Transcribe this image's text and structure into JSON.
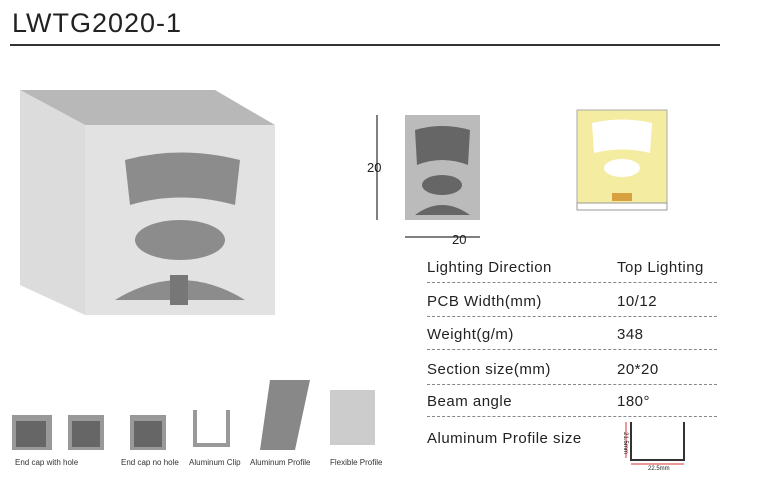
{
  "title": "LWTG2020-1",
  "dimensions": {
    "height": "20",
    "width": "20"
  },
  "specs": [
    {
      "label": "Lighting  Direction",
      "value": "Top Lighting"
    },
    {
      "label": "PCB  Width(mm)",
      "value": "10/12"
    },
    {
      "label": "Weight(g/m)",
      "value": "348"
    },
    {
      "label": "Section size(mm)",
      "value": "20*20"
    },
    {
      "label": "Beam angle",
      "value": "180°"
    }
  ],
  "profile": {
    "label": "Aluminum Profile size",
    "height": "21.5mm",
    "width": "22.5mm"
  },
  "accessories": [
    "End cap with hole",
    "End cap no hole",
    "Aluminum Clip",
    "Aluminum Profile",
    "Flexible Profile"
  ],
  "colors": {
    "led": "#f4eca0",
    "profile": "#9a9a9a"
  }
}
